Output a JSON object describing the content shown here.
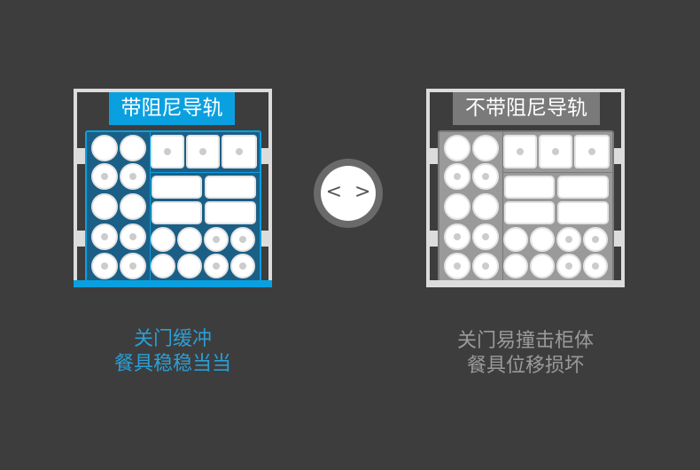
{
  "left": {
    "label": "带阻尼导轨",
    "caption_line1": "关门缓冲",
    "caption_line2": "餐具稳稳当当",
    "accent": "#0aa0e0",
    "body_color": "#1b5f86",
    "caption_color": "#2a9fd6"
  },
  "right": {
    "label": "不带阻尼导轨",
    "caption_line1": "关门易撞击柜体",
    "caption_line2": "餐具位移损坏",
    "accent": "#7a7a7a",
    "body_color": "#9a9a9a",
    "caption_color": "#9a9a9a"
  },
  "switch": {
    "left_glyph": "<",
    "right_glyph": ">"
  }
}
